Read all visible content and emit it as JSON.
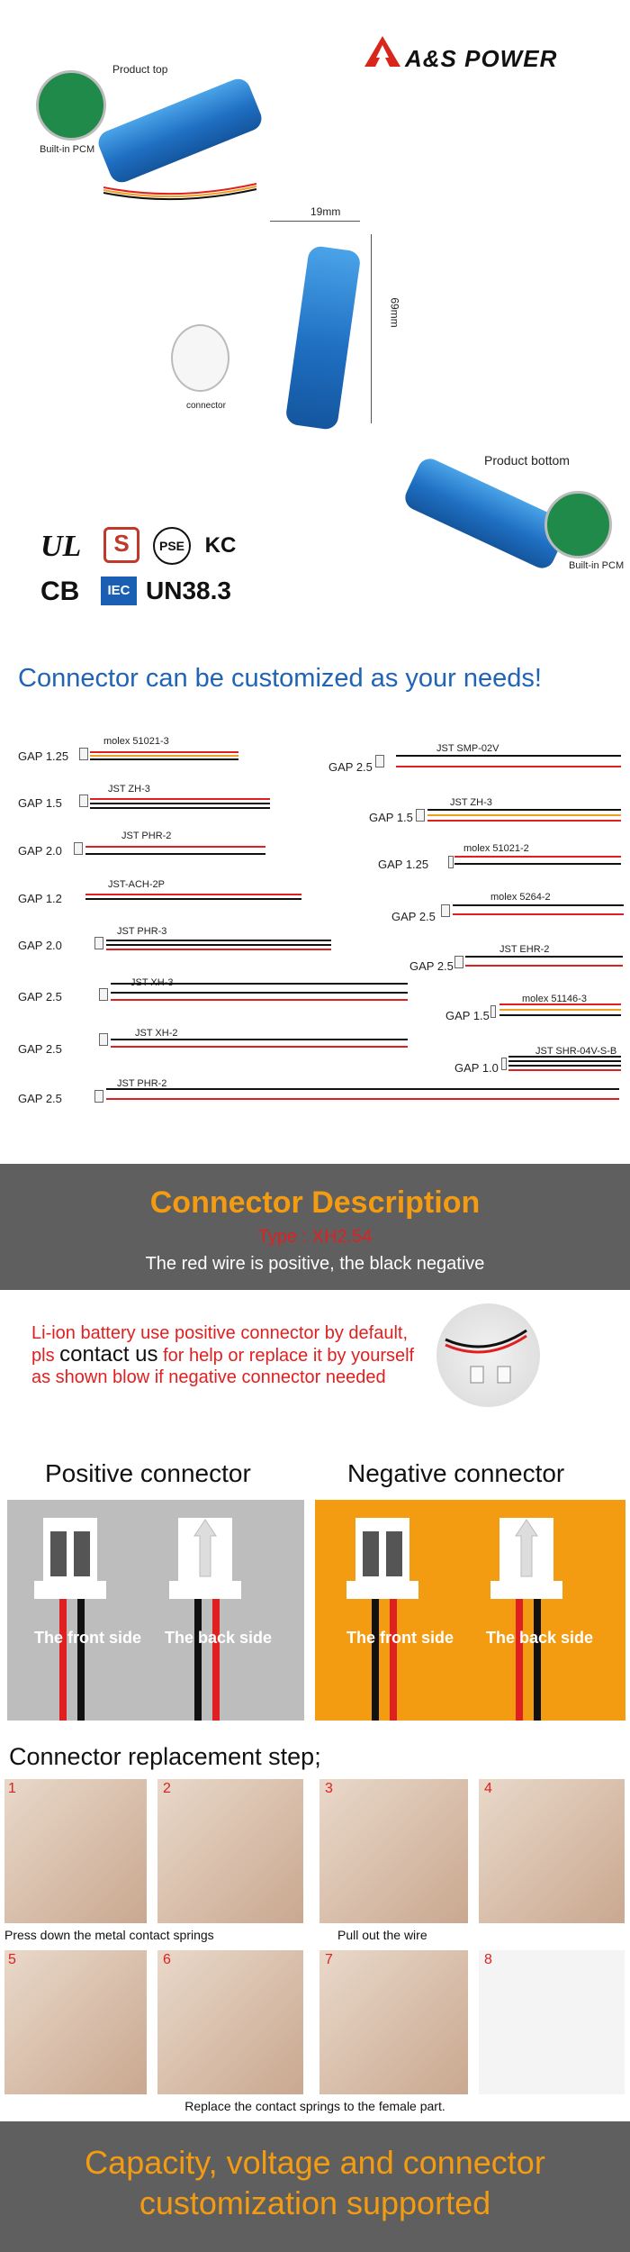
{
  "brand": {
    "name": "A&S POWER"
  },
  "product": {
    "top_label": "Product top",
    "pcm_label_top": "Built-in PCM",
    "width_dim": "19mm",
    "length_dim": "69mm",
    "connector_label": "connector",
    "bottom_label": "Product bottom",
    "pcm_label_bottom": "Built-in PCM"
  },
  "certifications": [
    "UL",
    "S",
    "PSE",
    "KC",
    "CB",
    "IEC",
    "UN38.3"
  ],
  "connectors_section": {
    "headline": "Connector can be customized as your needs!",
    "left": [
      {
        "gap": "GAP 1.25",
        "name": "molex 51021-3"
      },
      {
        "gap": "GAP 1.5",
        "name": "JST ZH-3"
      },
      {
        "gap": "GAP 2.0",
        "name": "JST PHR-2"
      },
      {
        "gap": "GAP 1.2",
        "name": "JST-ACH-2P"
      },
      {
        "gap": "GAP 2.0",
        "name": "JST PHR-3"
      },
      {
        "gap": "GAP 2.5",
        "name": "JST XH-3"
      },
      {
        "gap": "GAP 2.5",
        "name": "JST XH-2"
      },
      {
        "gap": "GAP 2.5",
        "name": "JST PHR-2"
      }
    ],
    "right": [
      {
        "gap": "GAP 2.5",
        "name": "JST SMP-02V"
      },
      {
        "gap": "GAP 1.5",
        "name": "JST ZH-3"
      },
      {
        "gap": "GAP 1.25",
        "name": "molex 51021-2"
      },
      {
        "gap": "GAP 2.5",
        "name": "molex 5264-2"
      },
      {
        "gap": "GAP 2.5",
        "name": "JST EHR-2"
      },
      {
        "gap": "GAP 1.5",
        "name": "molex 51146-3"
      },
      {
        "gap": "GAP 1.0",
        "name": "JST SHR-04V-S-B"
      }
    ]
  },
  "description": {
    "title": "Connector Description",
    "type": "Type : XH2.54",
    "subtitle": "The red wire is positive, the black negative",
    "note_part1": "Li-ion battery use positive connector by default, pls ",
    "note_contact": "contact us",
    "note_part2": " for help or replace it by yourself as shown blow if negative connector needed"
  },
  "polarity": {
    "positive_title": "Positive connector",
    "negative_title": "Negative connector",
    "front_side": "The front side",
    "back_side": "The back side"
  },
  "steps": {
    "title": "Connector replacement step;",
    "numbers": [
      "1",
      "2",
      "3",
      "4",
      "5",
      "6",
      "7",
      "8"
    ],
    "caption_1": "Press down the metal contact springs",
    "caption_2": "Pull out the wire",
    "caption_3": "Replace the contact springs to the female part."
  },
  "footer": {
    "line1": "Capacity, voltage and connector",
    "line2": "customization supported"
  },
  "colors": {
    "accent_orange": "#f39c12",
    "red": "#e02020",
    "blue": "#1f64b5",
    "band_grey": "#5f5f5f"
  }
}
